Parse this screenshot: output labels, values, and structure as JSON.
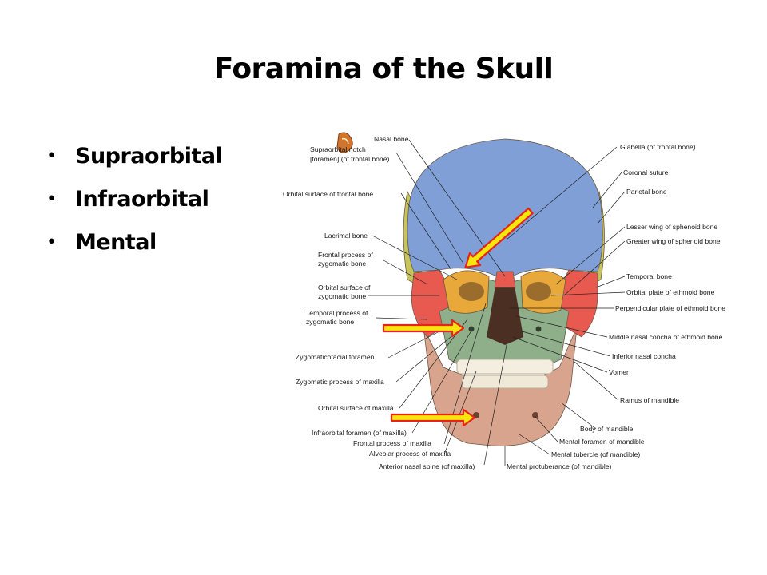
{
  "slide": {
    "title": "Foramina of the Skull",
    "bullets": [
      "Supraorbital",
      "Infraorbital",
      "Mental"
    ]
  },
  "figure": {
    "labels_left": [
      "Supraorbital notch",
      "[foramen] (of frontal bone)",
      "Orbital surface of frontal bone",
      "Lacrimal bone",
      "Frontal process of",
      "zygomatic bone",
      "Orbital surface of",
      "zygomatic bone",
      "Temporal process of",
      "zygomatic bone",
      "Zygomaticofacial foramen",
      "Zygomatic process of maxilla",
      "Orbital surface of maxilla",
      "Infraorbital foramen (of maxilla)",
      "Frontal process of maxilla",
      "Alveolar process of maxilla",
      "Anterior nasal spine (of maxilla)"
    ],
    "labels_right": [
      "Nasal bone",
      "Glabella (of frontal bone)",
      "Coronal suture",
      "Parietal bone",
      "Lesser wing of sphenoid bone",
      "Greater wing of sphenoid bone",
      "Temporal bone",
      "Orbital plate of ethmoid bone",
      "Perpendicular plate of ethmoid bone",
      "Middle nasal concha of ethmoid bone",
      "Inferior nasal concha",
      "Vomer",
      "Ramus of mandible",
      "Body of mandible",
      "Mental foramen of mandible",
      "Mental tubercle (of mandible)",
      "Mental protuberance (of mandible)"
    ],
    "colors": {
      "frontal": "#7f9fd6",
      "zygomatic": "#e85a4f",
      "maxilla": "#8fae8a",
      "mandible": "#d9a48e",
      "sphenoid": "#e8a83a",
      "parietal": "#c6c45a",
      "arrow_fill": "#f5e60c",
      "arrow_edge": "#e8231c"
    }
  }
}
